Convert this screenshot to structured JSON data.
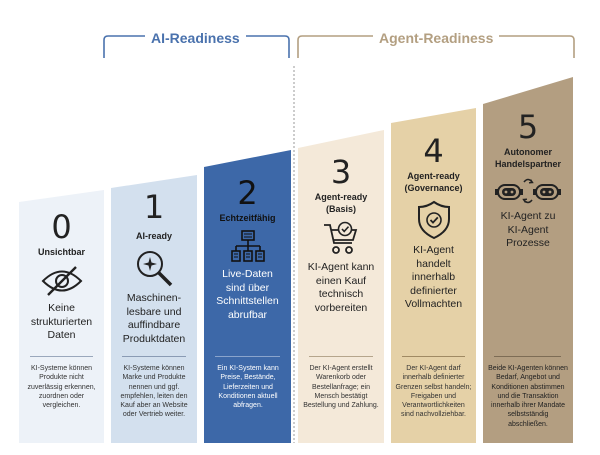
{
  "brackets": {
    "ai": "AI-Readiness",
    "agent": "Agent-Readiness"
  },
  "colors": {
    "ai_bracket": "#4a72ad",
    "agent_bracket": "#b39f81",
    "col0": "#edf2f8",
    "col1": "#d3e0ee",
    "col2": "#3d68a8",
    "col3": "#f4e9d9",
    "col4": "#e5d1a7",
    "col5": "#b39e81"
  },
  "columns": [
    {
      "number": "0",
      "level": "Unsichtbar",
      "main": "Keine strukturierten Daten",
      "icon": "eye-crossed-icon",
      "desc": "KI-Systeme können Produkte nicht zuverlässig erkennen, zuordnen oder vergleichen."
    },
    {
      "number": "1",
      "level": "AI-ready",
      "main": "Maschinen-lesbare und auffindbare Produktdaten",
      "icon": "magnifier-sparkle-icon",
      "desc": "KI-Systeme können Marke und Produkte nennen und ggf. empfehlen, leiten den Kauf aber an Website oder Vertrieb weiter."
    },
    {
      "number": "2",
      "level": "Echtzeitfähig",
      "main": "Live-Daten sind über Schnittstellen abrufbar",
      "icon": "network-nodes-icon",
      "desc": "Ein KI-System kann Preise, Bestände, Lieferzeiten und Konditionen aktuell abfragen."
    },
    {
      "number": "3",
      "level": "Agent-ready (Basis)",
      "main": "KI-Agent kann einen Kauf technisch vorbereiten",
      "icon": "cart-check-icon",
      "desc": "Der KI-Agent erstellt Warenkorb oder Bestellanfrage; ein Mensch bestätigt Bestellung und Zahlung."
    },
    {
      "number": "4",
      "level": "Agent-ready (Governance)",
      "main": "KI-Agent handelt innerhalb definierter Vollmachten",
      "icon": "shield-check-icon",
      "desc": "Der KI-Agent darf innerhalb definierter Grenzen selbst handeln; Freigaben und Verantwortlichkeiten sind nachvollziehbar."
    },
    {
      "number": "5",
      "level": "Autonomer Handelspartner",
      "main": "KI-Agent zu KI-Agent Prozesse",
      "icon": "robots-exchange-icon",
      "desc": "Beide KI-Agenten können Bedarf, Angebot und Konditionen abstimmen und die Transaktion innerhalb ihrer Mandate selbstständig abschließen."
    }
  ]
}
